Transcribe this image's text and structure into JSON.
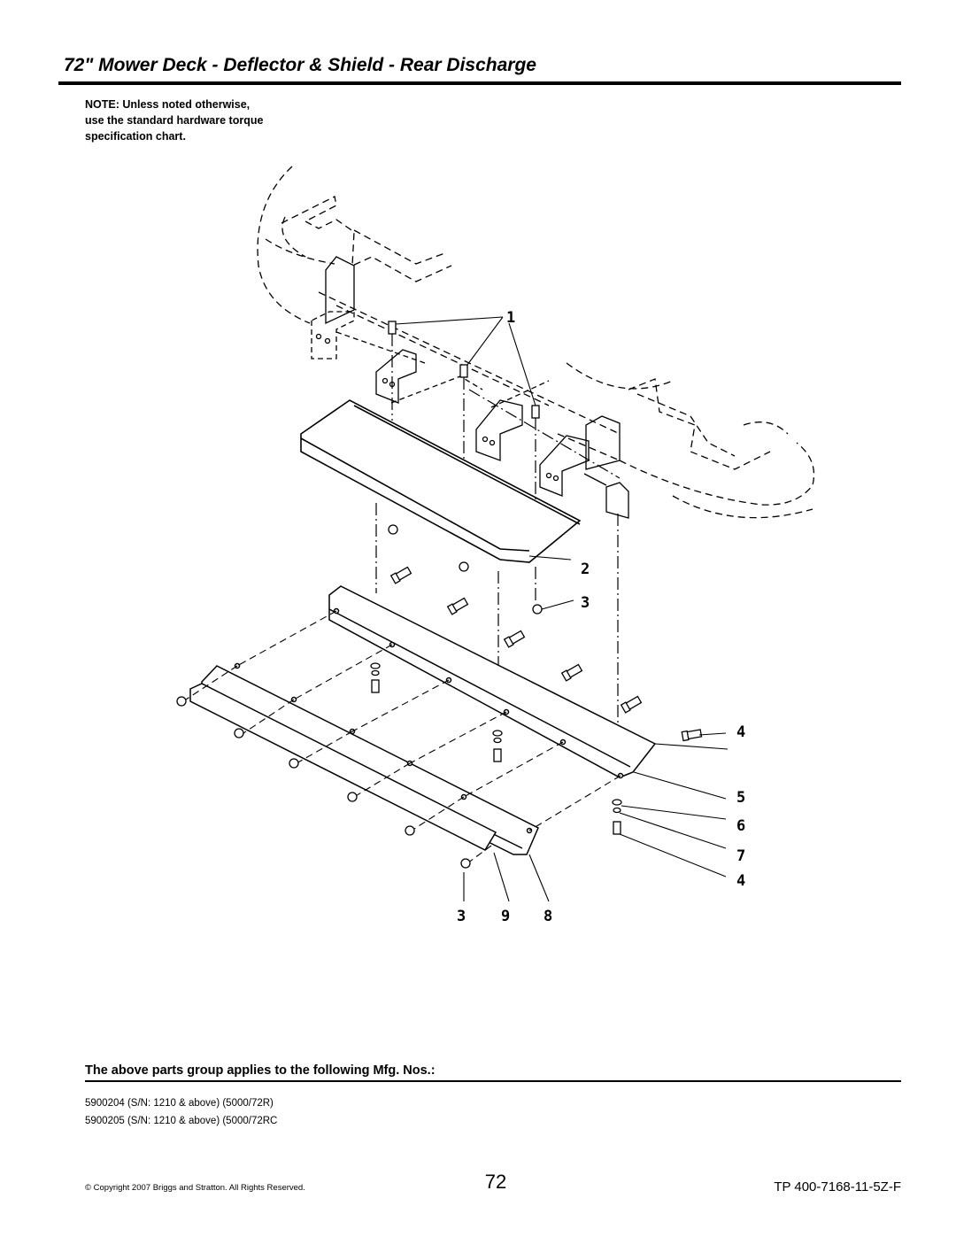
{
  "header": {
    "title": "72\" Mower Deck - Deflector & Shield - Rear Discharge"
  },
  "note": {
    "lines": [
      "NOTE: Unless noted otherwise,",
      "use the standard hardware torque",
      "specification chart."
    ]
  },
  "diagram": {
    "callouts": [
      "1",
      "2",
      "3",
      "4",
      "5",
      "6",
      "7",
      "4",
      "3",
      "9",
      "8"
    ]
  },
  "applicability": {
    "heading": "The above parts group applies to the following Mfg. Nos.:",
    "items": [
      "5900204 (S/N: 1210 & above) (5000/72R)",
      "5900205 (S/N: 1210 & above) (5000/72RC"
    ]
  },
  "footer": {
    "copyright": "© Copyright  2007 Briggs and Stratton. All Rights Reserved.",
    "page_number": "72",
    "doc_number": "TP 400-7168-11-5Z-F"
  }
}
